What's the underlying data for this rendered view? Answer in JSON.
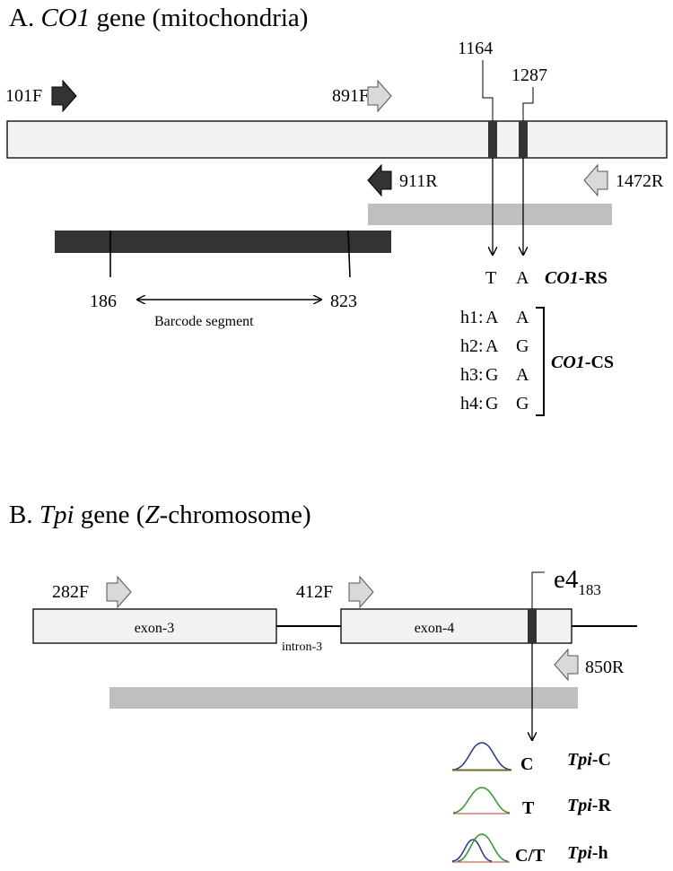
{
  "panel_a": {
    "letter": "A.",
    "gene": "CO1",
    "title_rest": " gene (mitochondria)",
    "primers": {
      "p101F": "101F",
      "p891F": "891F",
      "p911R": "911R",
      "p1472R": "1472R"
    },
    "positions": {
      "pos1164": "1164",
      "pos1287": "1287"
    },
    "barcode": {
      "start": "186",
      "end": "823",
      "label": "Barcode segment"
    },
    "rs": {
      "base1": "T",
      "base2": "A",
      "name_ital": "CO1",
      "name_rest": "-RS"
    },
    "haplotypes": [
      {
        "id": "h1:",
        "b1": "A",
        "b2": "A"
      },
      {
        "id": "h2:",
        "b1": "A",
        "b2": "G"
      },
      {
        "id": "h3:",
        "b1": "G",
        "b2": "A"
      },
      {
        "id": "h4:",
        "b1": "G",
        "b2": "G"
      }
    ],
    "cs": {
      "name_ital": "CO1",
      "name_rest": "-CS"
    }
  },
  "panel_b": {
    "letter": "B.",
    "gene": "Tpi",
    "title_mid": " gene (",
    "chrom": "Z",
    "title_end": "-chromosome)",
    "primers": {
      "p282F": "282F",
      "p412F": "412F",
      "p850R": "850R"
    },
    "exon3": "exon-3",
    "intron3": "intron-3",
    "exon4": "exon-4",
    "snp": {
      "base": "e4",
      "sub": "183"
    },
    "genotypes": [
      {
        "base": "C",
        "name_ital": "Tpi",
        "name_rest": "-C"
      },
      {
        "base": "T",
        "name_ital": "Tpi",
        "name_rest": "-R"
      },
      {
        "base": "C/T",
        "name_ital": "Tpi",
        "name_rest": "-h"
      }
    ]
  },
  "colors": {
    "dark": "#333333",
    "light_arrow": "#d9d9d9",
    "gene_box": "#f2f2f2",
    "amplicon": "#bfbfbf",
    "trace_blue": "#1f2fa8",
    "trace_green": "#22a022",
    "trace_red": "#c0392b"
  }
}
